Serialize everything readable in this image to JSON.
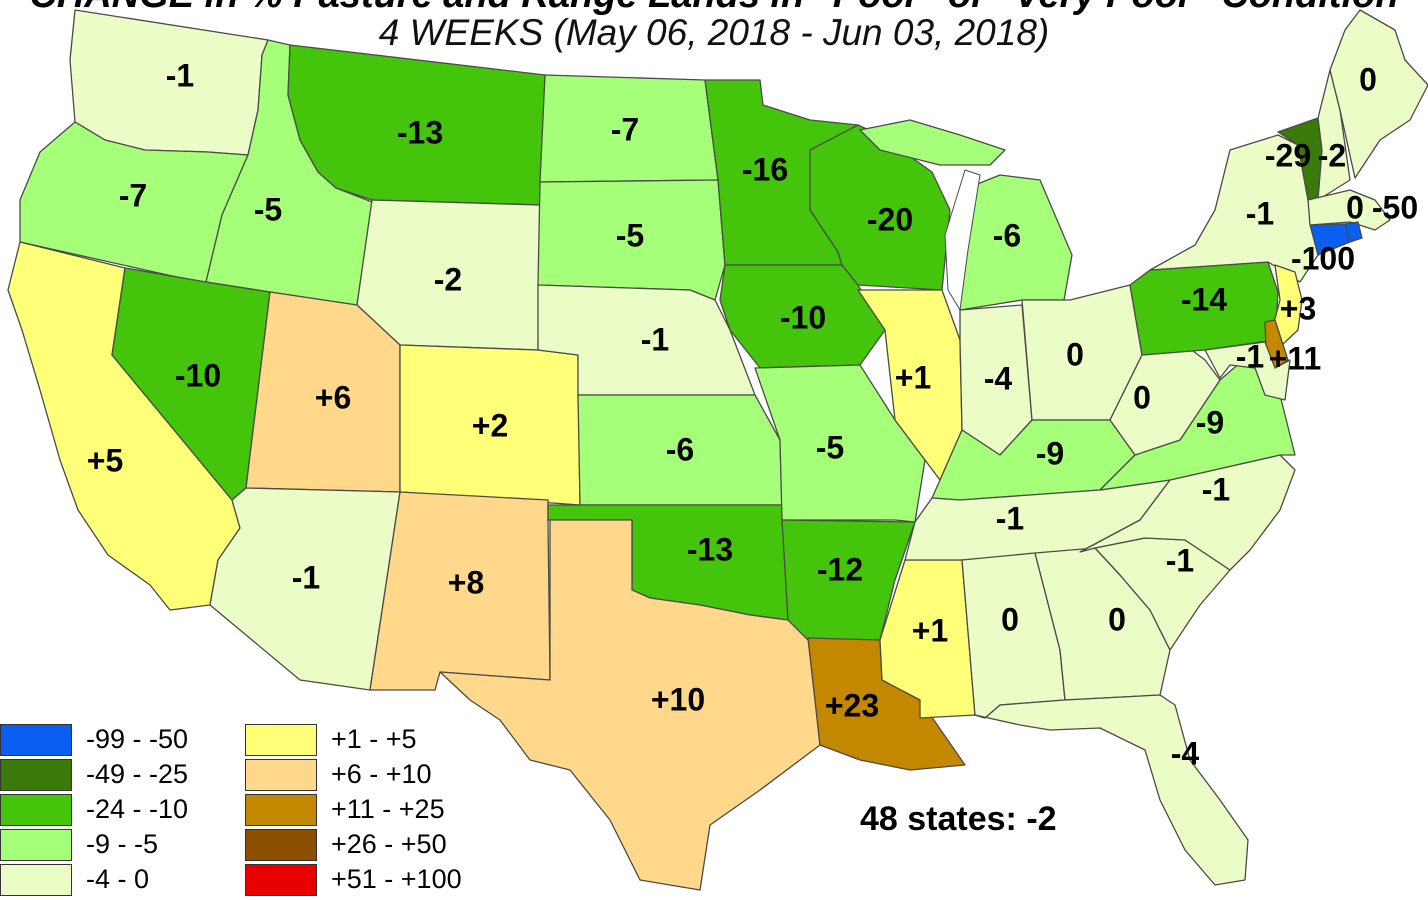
{
  "title": "CHANGE in % Pasture and Range Lands in \"Poor\" or \"Very Poor\" Condition",
  "subtitle": "4 WEEKS  (May 06, 2018 - Jun 03, 2018)",
  "summary": "48 states: -2",
  "colors": {
    "c1": "#0a5ff0",
    "c2": "#3a7a0a",
    "c3": "#44c40a",
    "c4": "#a6ff78",
    "c5": "#ecfcc6",
    "c6": "#ffff78",
    "c7": "#ffd88c",
    "c8": "#c48800",
    "c9": "#8c4e00",
    "c10": "#e80000",
    "border": "#4a4a4a",
    "lake": "#ffffff"
  },
  "legend": [
    {
      "label": "-99 - -50",
      "color": "#0a5ff0"
    },
    {
      "label": "-49 - -25",
      "color": "#3a7a0a"
    },
    {
      "label": "-24 - -10",
      "color": "#44c40a"
    },
    {
      "label": "-9 - -5",
      "color": "#a6ff78"
    },
    {
      "label": "-4 - 0",
      "color": "#ecfcc6"
    },
    {
      "label": "+1 - +5",
      "color": "#ffff78"
    },
    {
      "label": "+6 - +10",
      "color": "#ffd88c"
    },
    {
      "label": "+11 - +25",
      "color": "#c48800"
    },
    {
      "label": "+26 - +50",
      "color": "#8c4e00"
    },
    {
      "label": "+51 - +100",
      "color": "#e80000"
    }
  ],
  "states": [
    {
      "id": "WA",
      "value": "-1"
    },
    {
      "id": "OR",
      "value": "-7"
    },
    {
      "id": "CA",
      "value": "+5"
    },
    {
      "id": "ID",
      "value": "-5"
    },
    {
      "id": "NV",
      "value": "-10"
    },
    {
      "id": "MT",
      "value": "-13"
    },
    {
      "id": "WY",
      "value": "-2"
    },
    {
      "id": "UT",
      "value": "+6"
    },
    {
      "id": "AZ",
      "value": "-1"
    },
    {
      "id": "CO",
      "value": "+2"
    },
    {
      "id": "NM",
      "value": "+8"
    },
    {
      "id": "ND",
      "value": "-7"
    },
    {
      "id": "SD",
      "value": "-5"
    },
    {
      "id": "NE",
      "value": "-1"
    },
    {
      "id": "KS",
      "value": "-6"
    },
    {
      "id": "OK",
      "value": "-13"
    },
    {
      "id": "TX",
      "value": "+10"
    },
    {
      "id": "MN",
      "value": "-16"
    },
    {
      "id": "IA",
      "value": "-10"
    },
    {
      "id": "MO",
      "value": "-5"
    },
    {
      "id": "AR",
      "value": "-12"
    },
    {
      "id": "LA",
      "value": "+23"
    },
    {
      "id": "WI",
      "value": "-20"
    },
    {
      "id": "IL",
      "value": "+1"
    },
    {
      "id": "MS",
      "value": "+1"
    },
    {
      "id": "MI",
      "value": "-6"
    },
    {
      "id": "IN",
      "value": "-4"
    },
    {
      "id": "OH",
      "value": "0"
    },
    {
      "id": "KY",
      "value": "-9"
    },
    {
      "id": "TN",
      "value": "-1"
    },
    {
      "id": "AL",
      "value": "0"
    },
    {
      "id": "GA",
      "value": "0"
    },
    {
      "id": "FL",
      "value": "-4"
    },
    {
      "id": "SC",
      "value": "-1"
    },
    {
      "id": "NC",
      "value": "-1"
    },
    {
      "id": "VA",
      "value": "-9"
    },
    {
      "id": "WV",
      "value": "0"
    },
    {
      "id": "PA",
      "value": "-14"
    },
    {
      "id": "NY",
      "value": "-1"
    },
    {
      "id": "VT",
      "value": "-29"
    },
    {
      "id": "NH",
      "value": "-2"
    },
    {
      "id": "ME",
      "value": "0"
    },
    {
      "id": "MA",
      "value": "0"
    },
    {
      "id": "RI",
      "value": "-50"
    },
    {
      "id": "CT",
      "value": "-100"
    },
    {
      "id": "NJ",
      "value": "+3"
    },
    {
      "id": "DE",
      "value": "+11"
    },
    {
      "id": "MD",
      "value": "-1"
    }
  ]
}
